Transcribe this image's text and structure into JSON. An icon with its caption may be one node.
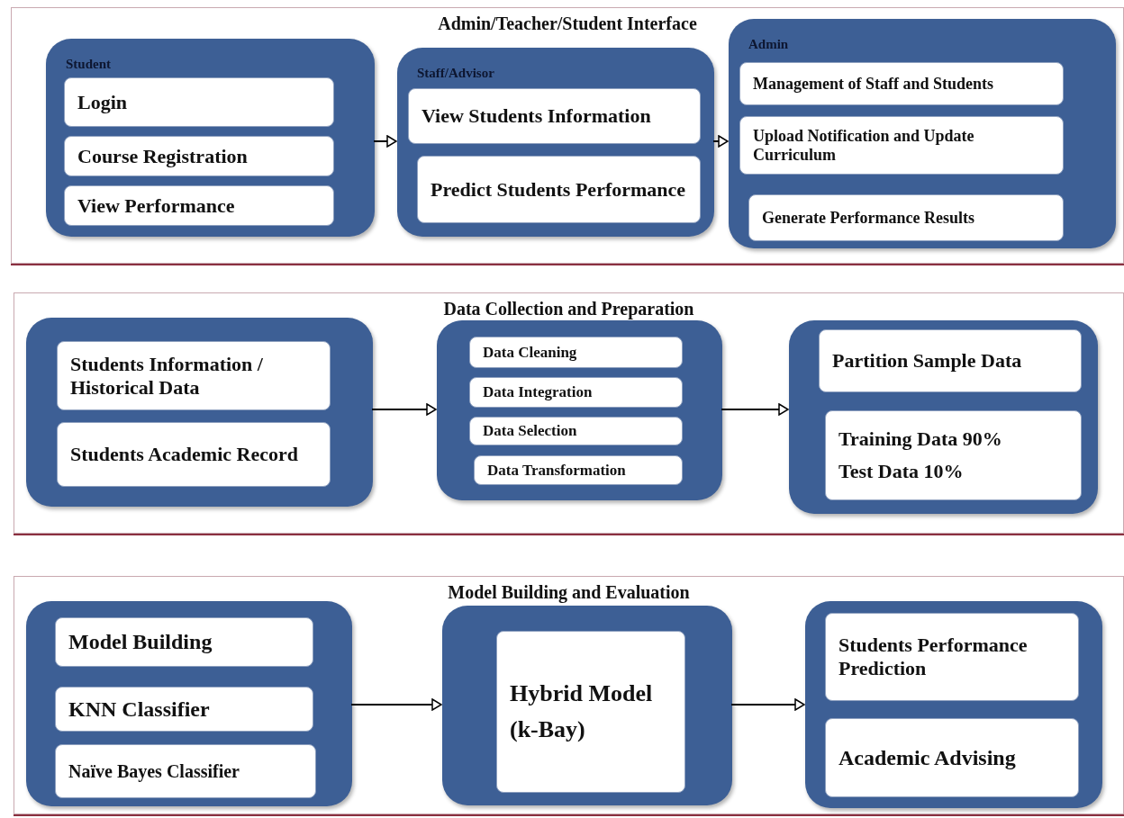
{
  "diagram": {
    "nodes": [
      {
        "text": [
          "Admin/Teacher/Student Interface"
        ]
      },
      {
        "text": [
          "Student"
        ],
        "in": 0
      },
      {
        "text": [
          "Login"
        ],
        "in": 1
      },
      {
        "text": [
          "Course Registration"
        ],
        "in": 1
      },
      {
        "text": [
          "View Performance"
        ],
        "in": 1
      },
      {
        "text": [
          "Staff/Advisor"
        ],
        "in": 0
      },
      {
        "text": [
          "View Students Information"
        ],
        "in": 5
      },
      {
        "text": [
          "Predict Students Performance"
        ],
        "in": 5
      },
      {
        "text": [
          "Admin"
        ],
        "in": 0
      },
      {
        "text": [
          "Management of Staff and Students"
        ],
        "in": 8
      },
      {
        "text": [
          "Upload Notification and Update Curriculum"
        ],
        "in": 8
      },
      {
        "text": [
          "Generate Performance Results"
        ],
        "in": 8
      },
      {
        "text": [
          "Data Collection and Preparation"
        ]
      },
      {
        "text": [],
        "shape": "box",
        "in": 12
      },
      {
        "text": [
          "Students Information / Historical Data"
        ],
        "in": 13
      },
      {
        "text": [
          "Students Academic Record"
        ],
        "in": 13
      },
      {
        "text": [],
        "shape": "box",
        "in": 12
      },
      {
        "text": [
          "Data Cleaning"
        ],
        "in": 16
      },
      {
        "text": [
          "Data Integration"
        ],
        "in": 16
      },
      {
        "text": [
          "Data Selection"
        ],
        "in": 16
      },
      {
        "text": [
          "Data Transformation"
        ],
        "in": 16
      },
      {
        "text": [],
        "shape": "box",
        "in": 12
      },
      {
        "text": [
          "Partition Sample Data"
        ],
        "in": 21
      },
      {
        "text": [
          "Training Data 90%",
          "Test Data 10%"
        ],
        "in": 21
      },
      {
        "text": [
          "Model Building and Evaluation"
        ]
      },
      {
        "text": [],
        "shape": "box",
        "in": 24
      },
      {
        "text": [
          "Model Building"
        ],
        "in": 25
      },
      {
        "text": [
          "KNN Classifier"
        ],
        "in": 25
      },
      {
        "text": [
          "Naïve Bayes Classifier"
        ],
        "in": 25
      },
      {
        "text": [],
        "shape": "box",
        "in": 24
      },
      {
        "text": [
          "Hybrid Model",
          "(k-Bay)"
        ],
        "in": 29
      },
      {
        "text": [],
        "shape": "box",
        "in": 24
      },
      {
        "text": [
          "Students Performance Prediction"
        ],
        "in": 31
      },
      {
        "text": [
          "Academic Advising"
        ],
        "in": 31
      }
    ],
    "edges": [
      {
        "from": 1,
        "to": 5,
        "arrow": "to"
      },
      {
        "from": 5,
        "to": 8,
        "arrow": "to"
      },
      {
        "from": 13,
        "to": 16,
        "arrow": "to"
      },
      {
        "from": 16,
        "to": 21,
        "arrow": "to"
      },
      {
        "from": 25,
        "to": 29,
        "arrow": "to"
      },
      {
        "from": 29,
        "to": 31,
        "arrow": "to"
      }
    ]
  }
}
